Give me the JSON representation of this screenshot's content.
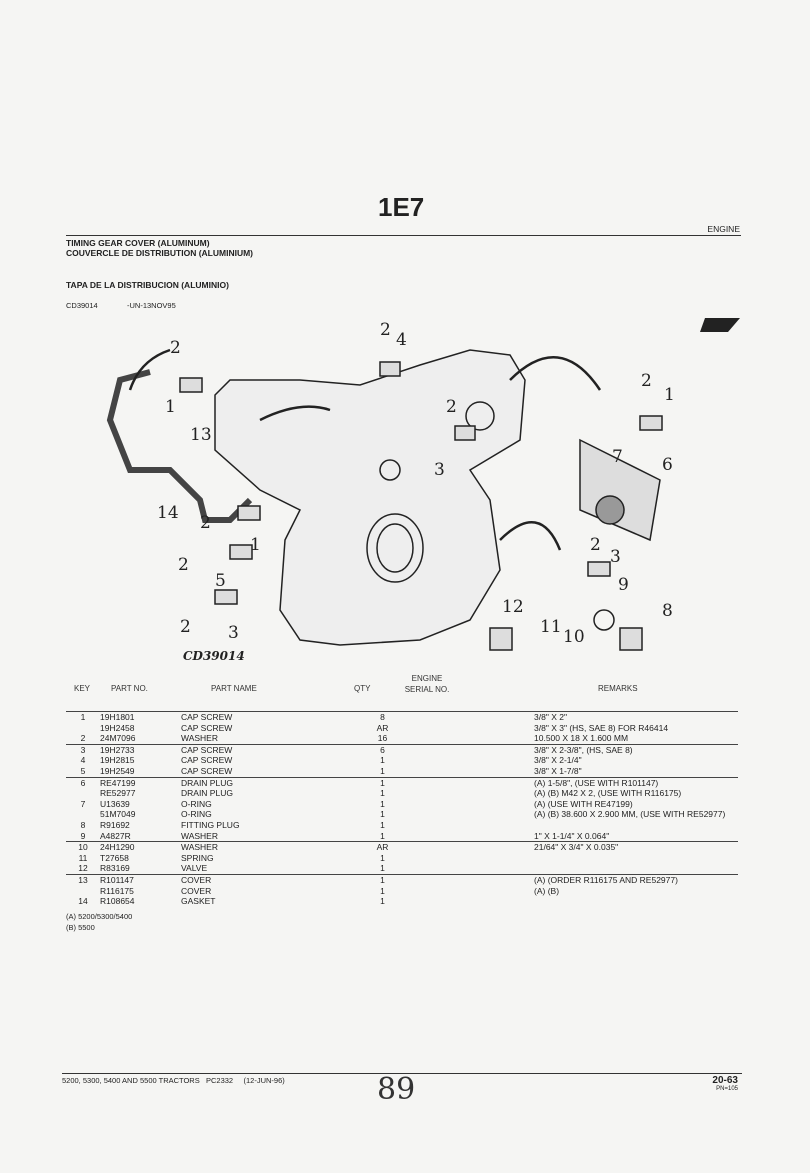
{
  "page_code": "1E7",
  "section": "ENGINE",
  "titles": [
    "TIMING GEAR COVER (ALUMINUM)",
    "COUVERCLE DE DISTRIBUTION (ALUMINIUM)",
    "TAPA DE LA DISTRIBUCION (ALUMINIO)"
  ],
  "illustration_ref": "CD39014",
  "illustration_date": "-UN-13NOV95",
  "diagram_label": "CD39014",
  "callouts": [
    "2",
    "4",
    "2",
    "1",
    "13",
    "2",
    "1",
    "2",
    "3",
    "7",
    "6",
    "14",
    "2",
    "1",
    "2",
    "5",
    "2",
    "3",
    "2",
    "3",
    "9",
    "8",
    "12",
    "11",
    "10"
  ],
  "table": {
    "headers": {
      "key": "KEY",
      "part_no": "PART NO.",
      "part_name": "PART NAME",
      "qty": "QTY",
      "serial": "ENGINE SERIAL NO.",
      "remarks": "REMARKS"
    },
    "rows": [
      {
        "key": "1",
        "part_no": "19H1801",
        "part_name": "CAP SCREW",
        "qty": "8",
        "remarks": "3/8\" X 2\""
      },
      {
        "key": "",
        "part_no": "19H2458",
        "part_name": "CAP SCREW",
        "qty": "AR",
        "remarks": "3/8\" X 3\" (HS, SAE 8) FOR R46414"
      },
      {
        "key": "2",
        "part_no": "24M7096",
        "part_name": "WASHER",
        "qty": "16",
        "remarks": "10.500 X 18 X 1.600 MM"
      },
      {
        "key": "3",
        "part_no": "19H2733",
        "part_name": "CAP SCREW",
        "qty": "6",
        "remarks": "3/8\" X 2-3/8\", (HS, SAE 8)"
      },
      {
        "key": "4",
        "part_no": "19H2815",
        "part_name": "CAP SCREW",
        "qty": "1",
        "remarks": "3/8\" X 2-1/4\""
      },
      {
        "key": "5",
        "part_no": "19H2549",
        "part_name": "CAP SCREW",
        "qty": "1",
        "remarks": "3/8\" X 1-7/8\""
      },
      {
        "key": "6",
        "part_no": "RE47199",
        "part_name": "DRAIN PLUG",
        "qty": "1",
        "remarks": "(A) 1-5/8\", (USE WITH R101147)"
      },
      {
        "key": "",
        "part_no": "RE52977",
        "part_name": "DRAIN PLUG",
        "qty": "1",
        "remarks": "(A) (B) M42 X 2, (USE WITH R116175)"
      },
      {
        "key": "7",
        "part_no": "U13639",
        "part_name": "O-RING",
        "qty": "1",
        "remarks": "(A) (USE WITH RE47199)"
      },
      {
        "key": "",
        "part_no": "51M7049",
        "part_name": "O-RING",
        "qty": "1",
        "remarks": "(A) (B) 38.600 X 2.900 MM, (USE WITH RE52977)"
      },
      {
        "key": "8",
        "part_no": "R91692",
        "part_name": "FITTING PLUG",
        "qty": "1",
        "remarks": ""
      },
      {
        "key": "9",
        "part_no": "A4827R",
        "part_name": "WASHER",
        "qty": "1",
        "remarks": "1\" X 1-1/4\" X 0.064\""
      },
      {
        "key": "10",
        "part_no": "24H1290",
        "part_name": "WASHER",
        "qty": "AR",
        "remarks": "21/64\" X 3/4\" X 0.035\""
      },
      {
        "key": "11",
        "part_no": "T27658",
        "part_name": "SPRING",
        "qty": "1",
        "remarks": ""
      },
      {
        "key": "12",
        "part_no": "R83169",
        "part_name": "VALVE",
        "qty": "1",
        "remarks": ""
      },
      {
        "key": "13",
        "part_no": "R101147",
        "part_name": "COVER",
        "qty": "1",
        "remarks": "(A) (ORDER R116175 AND RE52977)"
      },
      {
        "key": "",
        "part_no": "R116175",
        "part_name": "COVER",
        "qty": "1",
        "remarks": "(A) (B)"
      },
      {
        "key": "14",
        "part_no": "R108654",
        "part_name": "GASKET",
        "qty": "1",
        "remarks": ""
      }
    ]
  },
  "footnotes": [
    "(A) 5200/5300/5400",
    "(B) 5500"
  ],
  "footer": {
    "left": "5200, 5300, 5400 AND 5500 TRACTORS   PC2332     (12-JUN-96)",
    "handwritten": "89",
    "page": "20-63",
    "pn": "PN=105"
  }
}
